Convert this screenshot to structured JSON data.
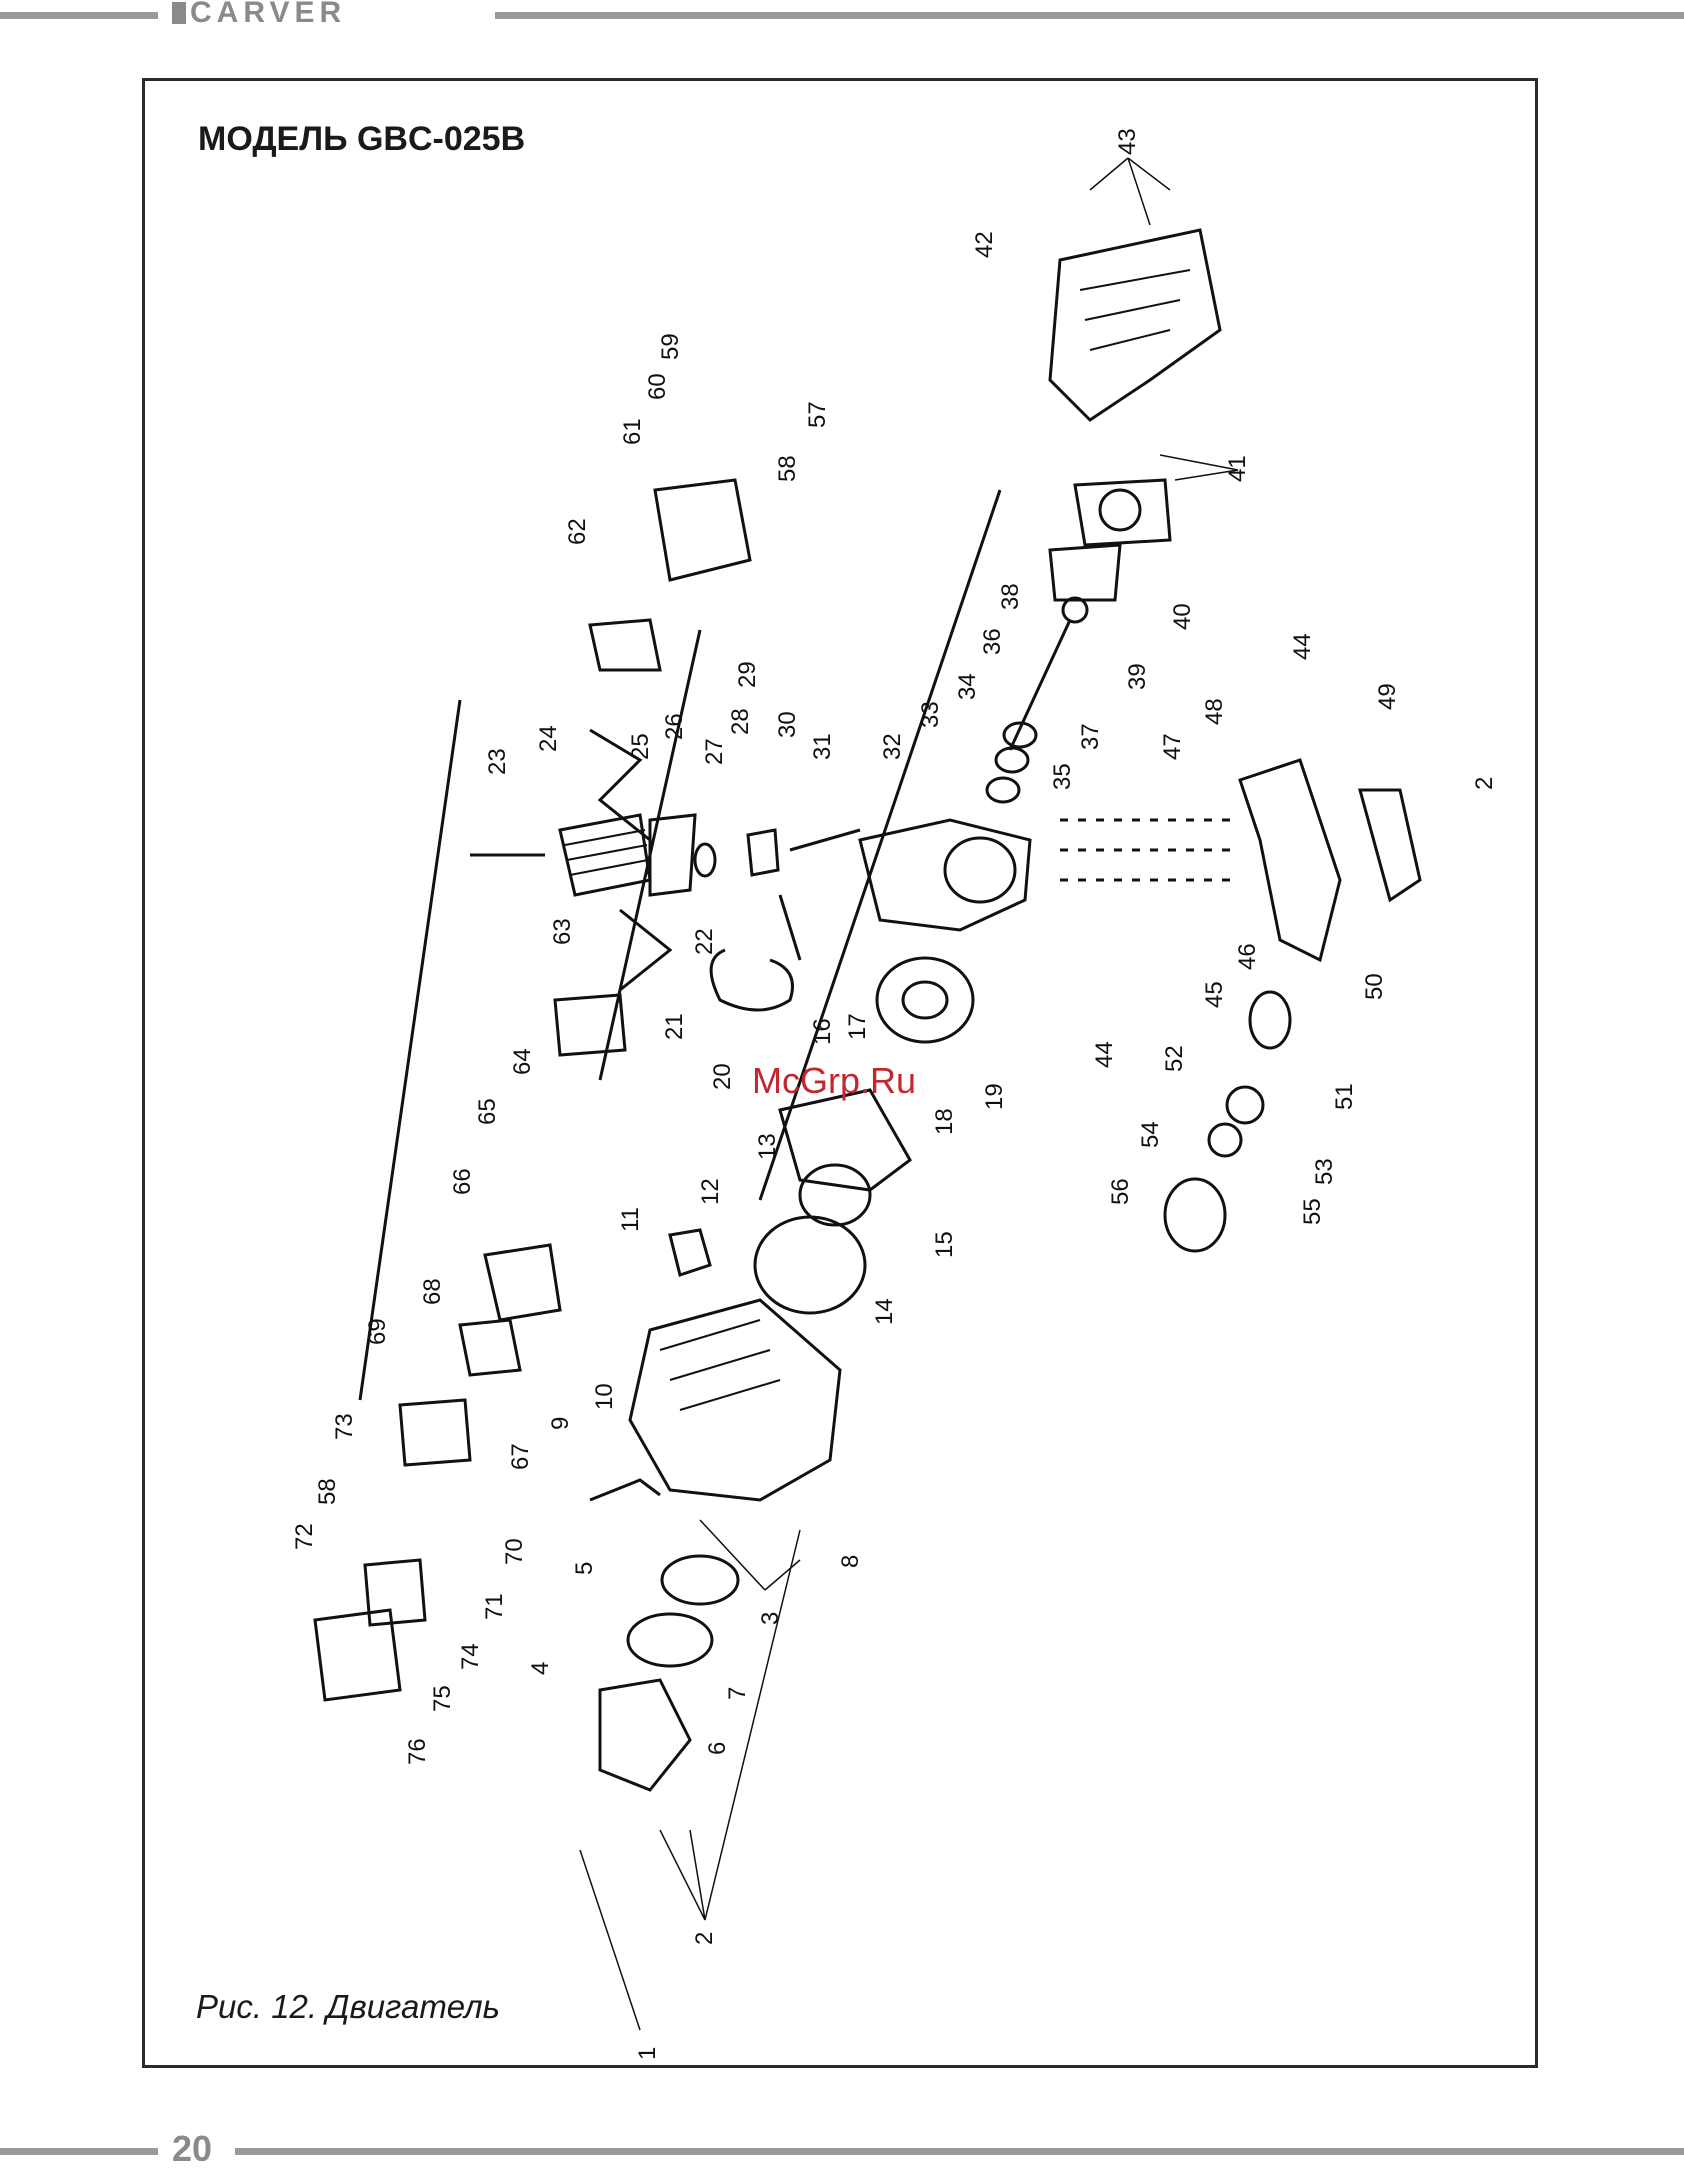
{
  "header": {
    "brand": "CARVER"
  },
  "figure": {
    "title": "МОДЕЛЬ GBC-025B",
    "caption": "Рис. 12. Двигатель",
    "watermark": "McGrp.Ru",
    "callouts": [
      "1",
      "2",
      "3",
      "4",
      "5",
      "6",
      "7",
      "8",
      "9",
      "10",
      "11",
      "12",
      "13",
      "14",
      "15",
      "16",
      "17",
      "18",
      "19",
      "20",
      "21",
      "22",
      "23",
      "24",
      "25",
      "26",
      "27",
      "28",
      "29",
      "30",
      "31",
      "32",
      "33",
      "34",
      "35",
      "36",
      "37",
      "38",
      "39",
      "40",
      "41",
      "42",
      "43",
      "44",
      "45",
      "46",
      "47",
      "48",
      "49",
      "50",
      "51",
      "52",
      "53",
      "54",
      "55",
      "56",
      "57",
      "58",
      "59",
      "60",
      "61",
      "62",
      "63",
      "64",
      "65",
      "66",
      "67",
      "68",
      "69",
      "70",
      "71",
      "72",
      "73",
      "74",
      "75",
      "76"
    ]
  },
  "footer": {
    "page_number": "20"
  }
}
